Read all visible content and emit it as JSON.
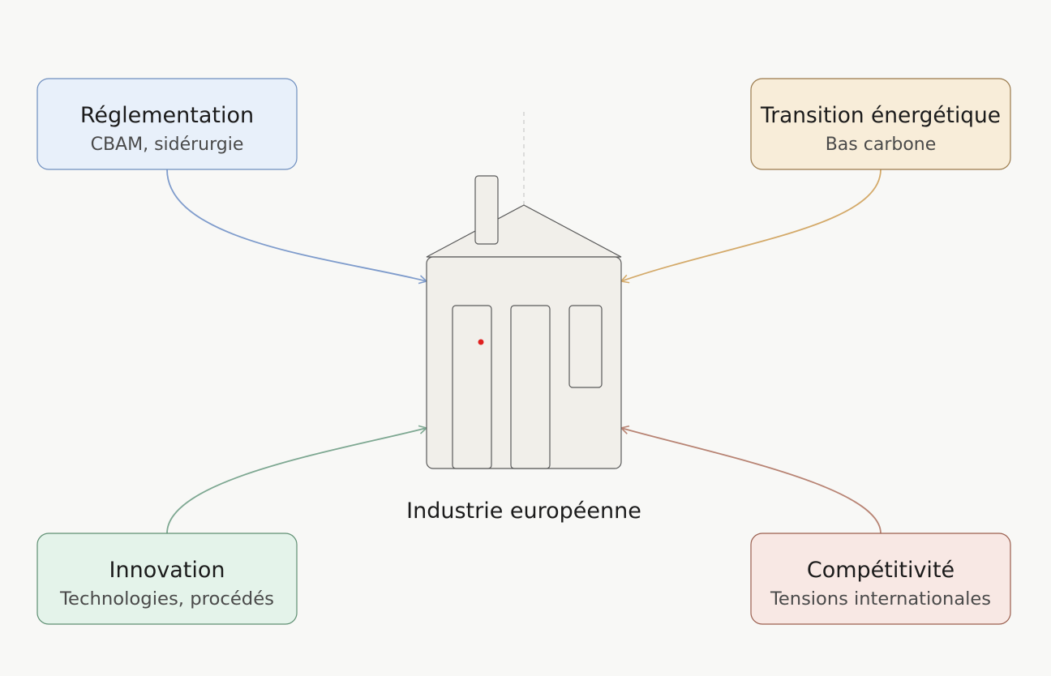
{
  "center": {
    "label": "Industrie européenne"
  },
  "boxes": [
    {
      "title": "Réglementation",
      "subtitle": "CBAM, sidérurgie",
      "fill": "#e8f0fa",
      "stroke": "#6f8fbf",
      "arrow": "#7f9ccc"
    },
    {
      "title": "Transition énergétique",
      "subtitle": "Bas carbone",
      "fill": "#f8edd9",
      "stroke": "#9a7a4c",
      "arrow": "#d4aa6a"
    },
    {
      "title": "Innovation",
      "subtitle": "Technologies, procédés",
      "fill": "#e4f3ea",
      "stroke": "#5e8f72",
      "arrow": "#7ea892"
    },
    {
      "title": "Compétitivité",
      "subtitle": "Tensions internationales",
      "fill": "#f8e8e4",
      "stroke": "#9a5e4e",
      "arrow": "#b88474"
    }
  ],
  "colors": {
    "background": "#f8f8f6",
    "factory_fill": "#f1efea",
    "factory_stroke": "#5a5a5a",
    "indicator_dot": "#e02020"
  }
}
